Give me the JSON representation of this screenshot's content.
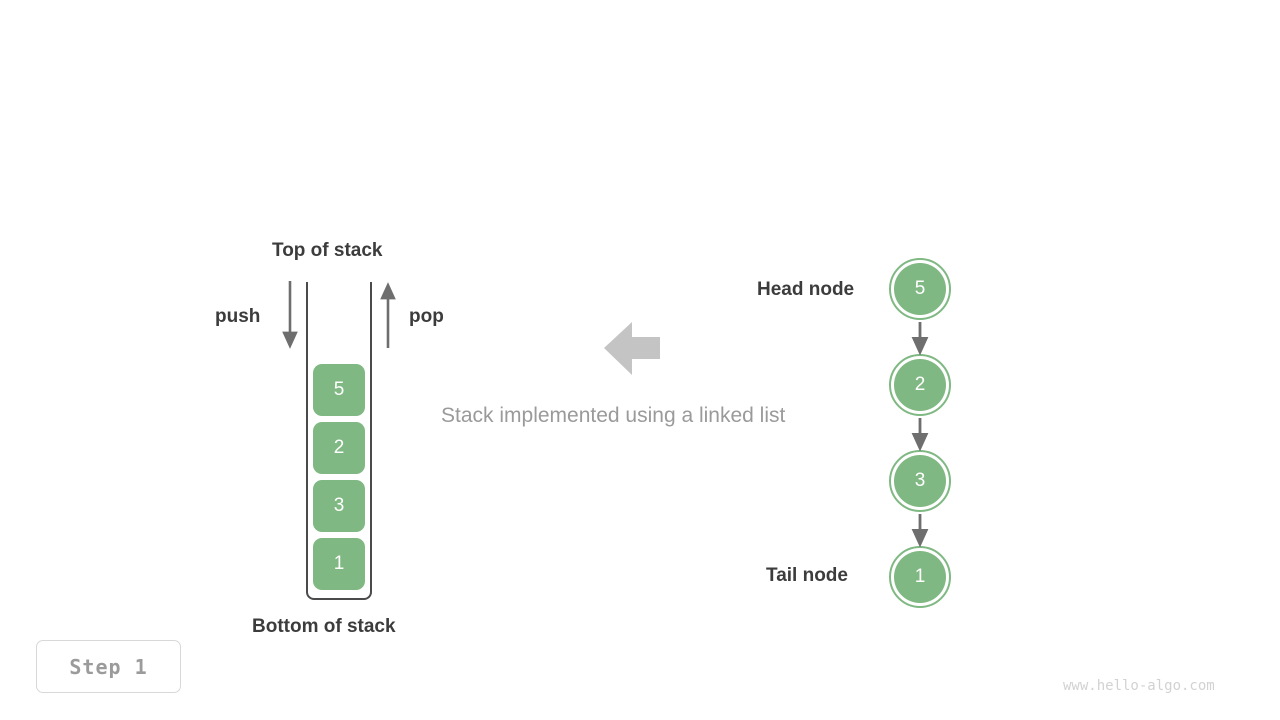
{
  "page": {
    "background": "#ffffff",
    "watermark": "www.hello-algo.com"
  },
  "colors": {
    "node_green": "#7fb882",
    "node_ring": "#7fb882",
    "label_dark": "#3c3c3c",
    "caption_gray": "#9a9a9a",
    "arrow_gray": "#6e6e6e",
    "big_arrow_gray": "#c4c4c4",
    "frame_dark": "#4b4b4b",
    "badge_text": "#9b9b9b",
    "watermark_gray": "#d2d2d2"
  },
  "caption": "Stack implemented using a linked list",
  "step_badge": {
    "label": "Step 1"
  },
  "stack": {
    "top_label": "Top of stack",
    "bottom_label": "Bottom of stack",
    "push_label": "push",
    "pop_label": "pop",
    "cells": [
      {
        "value": "5"
      },
      {
        "value": "2"
      },
      {
        "value": "3"
      },
      {
        "value": "1"
      }
    ]
  },
  "linked_list": {
    "head_label": "Head node",
    "tail_label": "Tail node",
    "nodes": [
      {
        "value": "5"
      },
      {
        "value": "2"
      },
      {
        "value": "3"
      },
      {
        "value": "1"
      }
    ]
  },
  "icons": {
    "push_arrow": "arrow-down-icon",
    "pop_arrow": "arrow-up-icon",
    "conversion_arrow": "arrow-left-block-icon",
    "link_arrow": "arrow-down-icon"
  }
}
